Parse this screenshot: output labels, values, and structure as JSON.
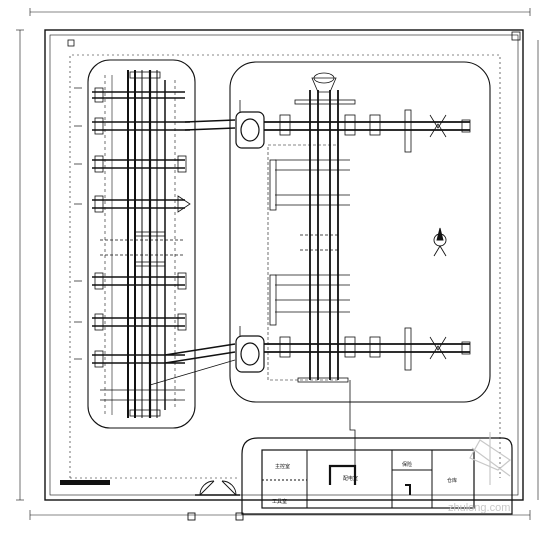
{
  "drawing": {
    "room_labels": [
      "主控室",
      "配电室",
      "保险",
      "工具室",
      "仓库"
    ],
    "watermark": "zhulong.com",
    "north_symbol": "north-arrow-icon",
    "colors": {
      "line": "#111111",
      "background": "#ffffff",
      "watermark": "#cccccc"
    }
  }
}
